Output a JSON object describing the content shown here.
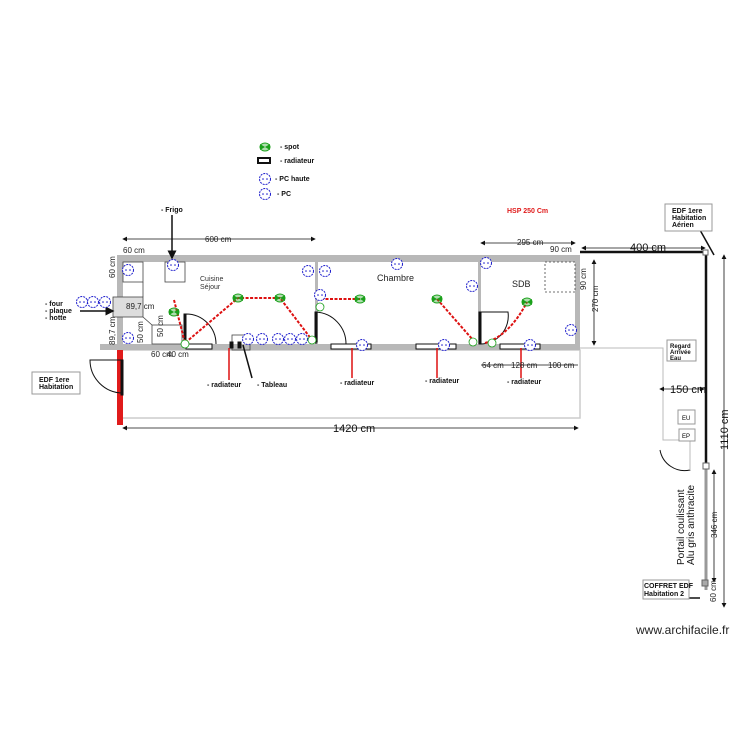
{
  "legend": {
    "spot": "- spot",
    "radiateur": "- radiateur",
    "pc_haute": "- PC haute",
    "pc": "- PC"
  },
  "header": {
    "hsp": "HSP 250 Cm"
  },
  "rooms": {
    "cuisine": "Cuisine",
    "sejour": "Séjour",
    "chambre": "Chambre",
    "sdb": "SDB"
  },
  "labels": {
    "frigo": "- Frigo",
    "four": "- four",
    "plaque": "- plaque",
    "hotte": "- hotte",
    "edf_habitation_1": "EDF 1ere",
    "edf_habitation_2": "Habitation",
    "radiateur": "- radiateur",
    "tableau": "- Tableau",
    "edf_aerien_1": "EDF 1ere",
    "edf_aerien_2": "Habitation",
    "edf_aerien_3": "Aérien",
    "regard_1": "Regard",
    "regard_2": "Arrivée",
    "regard_3": "Eau",
    "eu": "EU",
    "ep": "EP",
    "portail_1": "Portail coulissant",
    "portail_2": "Alu gris anthracite",
    "coffret_1": "COFFRET EDF",
    "coffret_2": "Habitation 2"
  },
  "dimensions": {
    "d600": "600 cm",
    "d60a": "60 cm",
    "d60b": "60 cm",
    "d89a": "89,7 cm",
    "d89b": "89,7 cm",
    "d50a": "50 cm",
    "d50b": "50 cm",
    "d60c": "60 cm",
    "d40": "40 cm",
    "d295": "295 cm",
    "d90a": "90 cm",
    "d90b": "90 cm",
    "d270": "270 cm",
    "d64": "64 cm",
    "d128": "128 cm",
    "d100": "100 cm",
    "d1420": "1420 cm",
    "d400": "400 cm",
    "d150": "150 cm",
    "d1110": "1110 cm",
    "d346": "346 cm",
    "d60d": "60 cm"
  },
  "watermark": "www.archifacile.fr",
  "colors": {
    "spot": "#1aa01a",
    "pc": "#1a1acc",
    "wire": "#dd1111",
    "wall": "#b8b8b8"
  }
}
